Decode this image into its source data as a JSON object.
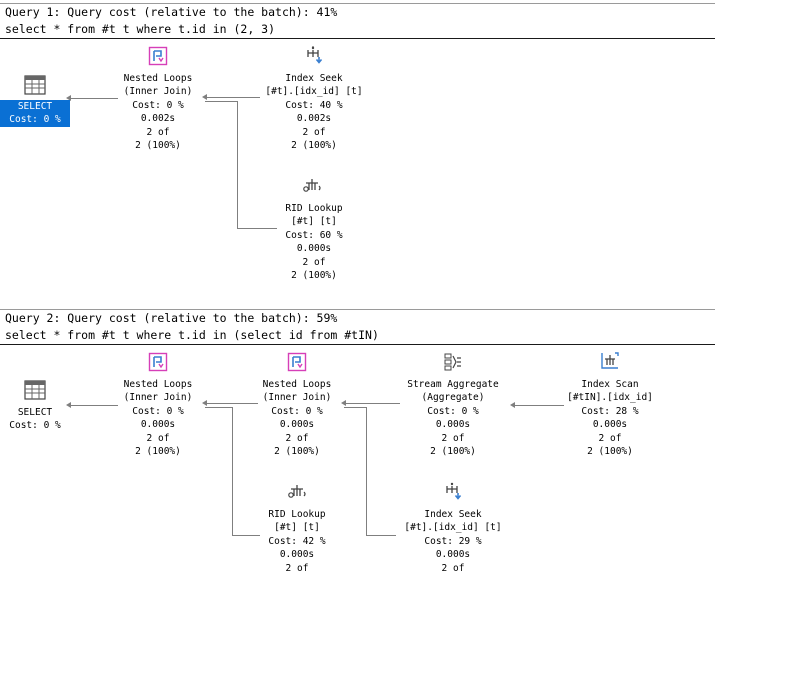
{
  "query1": {
    "header": "Query 1: Query cost (relative to the batch): 41%",
    "sql": "select * from #t t where t.id in (2, 3)",
    "select": {
      "label": "SELECT",
      "cost": "Cost: 0 %"
    },
    "nested_loops": {
      "title": "Nested Loops",
      "sub": "(Inner Join)",
      "cost": "Cost: 0 %",
      "time": "0.002s",
      "rows1": "2 of",
      "rows2": "2 (100%)"
    },
    "index_seek": {
      "title": "Index Seek",
      "sub": "[#t].[idx_id] [t]",
      "cost": "Cost: 40 %",
      "time": "0.002s",
      "rows1": "2 of",
      "rows2": "2 (100%)"
    },
    "rid_lookup": {
      "title": "RID Lookup",
      "sub": "[#t] [t]",
      "cost": "Cost: 60 %",
      "time": "0.000s",
      "rows1": "2 of",
      "rows2": "2 (100%)"
    }
  },
  "query2": {
    "header": "Query 2: Query cost (relative to the batch): 59%",
    "sql": "select * from #t t where t.id in (select id from #tIN)",
    "select": {
      "label": "SELECT",
      "cost": "Cost: 0 %"
    },
    "nested_loops_a": {
      "title": "Nested Loops",
      "sub": "(Inner Join)",
      "cost": "Cost: 0 %",
      "time": "0.000s",
      "rows1": "2 of",
      "rows2": "2 (100%)"
    },
    "nested_loops_b": {
      "title": "Nested Loops",
      "sub": "(Inner Join)",
      "cost": "Cost: 0 %",
      "time": "0.000s",
      "rows1": "2 of",
      "rows2": "2 (100%)"
    },
    "stream_aggregate": {
      "title": "Stream Aggregate",
      "sub": "(Aggregate)",
      "cost": "Cost: 0 %",
      "time": "0.000s",
      "rows1": "2 of",
      "rows2": "2 (100%)"
    },
    "index_scan": {
      "title": "Index Scan",
      "sub": "[#tIN].[idx_id]",
      "cost": "Cost: 28 %",
      "time": "0.000s",
      "rows1": "2 of",
      "rows2": "2 (100%)"
    },
    "rid_lookup": {
      "title": "RID Lookup",
      "sub": "[#t] [t]",
      "cost": "Cost: 42 %",
      "time": "0.000s",
      "rows1": "2 of"
    },
    "index_seek": {
      "title": "Index Seek",
      "sub": "[#t].[idx_id] [t]",
      "cost": "Cost: 29 %",
      "time": "0.000s",
      "rows1": "2 of"
    }
  },
  "colors": {
    "selected_bg": "#0a70d4",
    "connector": "#7f7f7f",
    "nested_loops_icon": "#d63fb8",
    "seek_icon": "#3a7fd0"
  },
  "icons": [
    "select-plan-icon",
    "nested-loops-icon",
    "index-seek-icon",
    "rid-lookup-icon",
    "stream-aggregate-icon",
    "index-scan-icon"
  ]
}
